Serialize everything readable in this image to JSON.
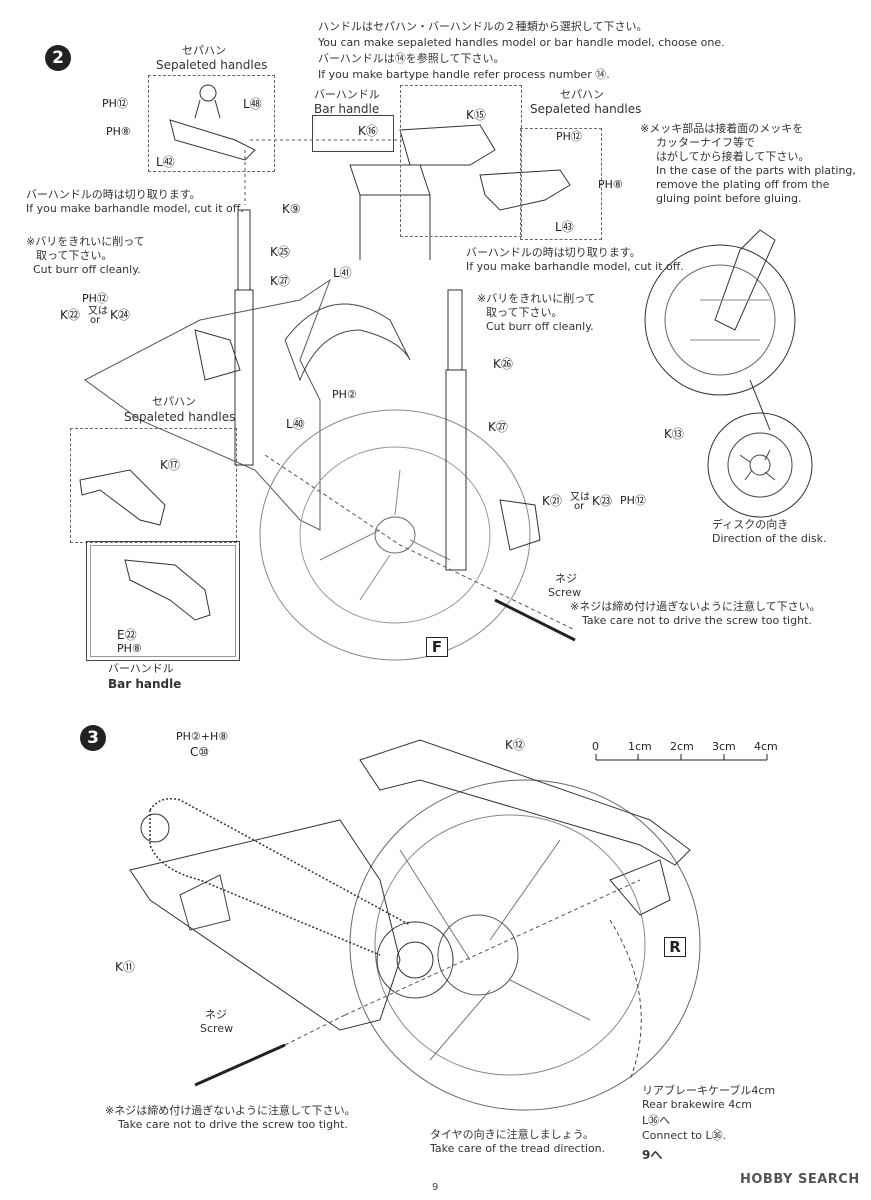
{
  "step2": {
    "number": "2",
    "intro_jp": "ハンドルはセパハン・バーハンドルの２種類から選択して下さい。",
    "intro_en": "You can make sepaleted handles model or bar handle model, choose one.",
    "ref_jp": "バーハンドルは⑭を参照して下さい。",
    "ref_en": "If you make bartype handle refer process number ⑭.",
    "sepahan_left_jp": "セパハン",
    "sepahan_left_en": "Sepaleted handles",
    "bar_handle_jp": "バーハンドル",
    "bar_handle_en": "Bar handle",
    "sepahan_right_jp": "セパハン",
    "sepahan_right_en": "Sepaleted handles",
    "cut_left_jp": "バーハンドルの時は切り取ります。",
    "cut_left_en": "If you make barhandle model, cut it off.",
    "burr_left_jp1": "※バリをきれいに削って",
    "burr_left_jp2": "取って下さい。",
    "burr_left_en": "Cut burr off cleanly.",
    "cut_right_jp": "バーハンドルの時は切り取ります。",
    "cut_right_en": "If you make barhandle model, cut it off.",
    "burr_right_jp1": "※バリをきれいに削って",
    "burr_right_jp2": "取って下さい。",
    "burr_right_en": "Cut burr off cleanly.",
    "plating_jp1": "※メッキ部品は接着面のメッキを",
    "plating_jp2": "カッターナイフ等で",
    "plating_jp3": "はがしてから接着して下さい。",
    "plating_en1": "In the case of the parts with plating,",
    "plating_en2": "remove the plating off from the",
    "plating_en3": "gluing point before gluing.",
    "disk_jp": "ディスクの向き",
    "disk_en": "Direction of the disk.",
    "sepahan_box_jp": "セパハン",
    "sepahan_box_en": "Sepaleted handles",
    "barhandle_box_jp": "バーハンドル",
    "barhandle_box_en": "Bar handle",
    "screw_jp": "ネジ",
    "screw_en": "Screw",
    "screw_note_jp": "※ネジは締め付け過ぎないように注意して下さい。",
    "screw_note_en": "Take care not to drive the screw too tight.",
    "marker_f": "F",
    "parts": {
      "ph12_a": "PH⑫",
      "l48": "L㊽",
      "ph8_a": "PH⑧",
      "l42": "L㊷",
      "k16": "K⑯",
      "k15": "K⑮",
      "ph12_b": "PH⑫",
      "ph8_b": "PH⑧",
      "l43": "L㊸",
      "k9": "K⑨",
      "k25": "K㉕",
      "k27_a": "K㉗",
      "l41": "L㊶",
      "ph12_c": "PH⑫",
      "k22": "K㉒",
      "or_a_jp": "又は",
      "or_a_en": "or",
      "k24": "K㉔",
      "ph2": "PH②",
      "l40": "L㊵",
      "k26": "K㉖",
      "k27_b": "K㉗",
      "k17": "K⑰",
      "k21": "K㉑",
      "or_b_jp": "又は",
      "or_b_en": "or",
      "k23": "K㉓",
      "ph12_d": "PH⑫",
      "k13": "K⑬",
      "e22": "E㉒",
      "ph8_c": "PH⑧"
    }
  },
  "step3": {
    "number": "3",
    "paint": "PH②+H⑧",
    "c10": "C⑩",
    "k12": "K⑫",
    "k11": "K⑪",
    "scale_labels": [
      "0",
      "1cm",
      "2cm",
      "3cm",
      "4cm"
    ],
    "marker_r": "R",
    "screw_jp": "ネジ",
    "screw_en": "Screw",
    "screw_note_jp": "※ネジは締め付け過ぎないように注意して下さい。",
    "screw_note_en": "Take care not to drive the screw too tight.",
    "tire_jp": "タイヤの向きに注意しましょう。",
    "tire_en": "Take care of the tread direction.",
    "brake_jp": "リアブレーキケーブル4cm",
    "brake_en": "Rear brakewire 4cm",
    "connect_jp": "L㊱へ",
    "connect_en": "Connect to L㊱.",
    "next_step": "9へ"
  },
  "footer": {
    "page_number": "9",
    "watermark": "HOBBY SEARCH"
  }
}
